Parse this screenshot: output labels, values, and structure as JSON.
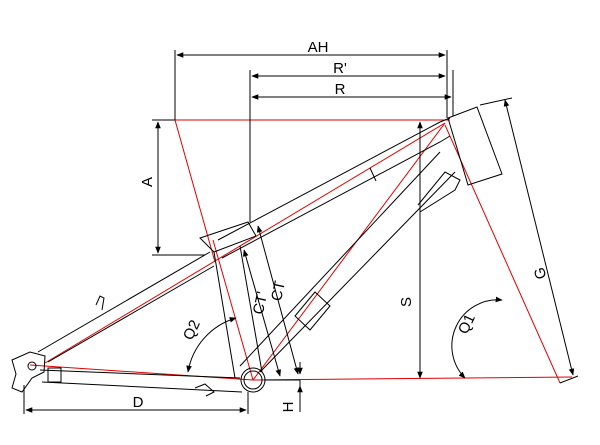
{
  "diagram": {
    "labels": {
      "ah": "AH",
      "r_prime": "R'",
      "r": "R",
      "a": "A",
      "ct_prime": "CT'",
      "ct": "CT",
      "s": "S",
      "g": "G",
      "q1": "Q1",
      "q2": "Q2",
      "d": "D",
      "h": "H"
    },
    "colors": {
      "outline": "#000000",
      "centerline": "#e00000",
      "background": "#ffffff"
    }
  }
}
